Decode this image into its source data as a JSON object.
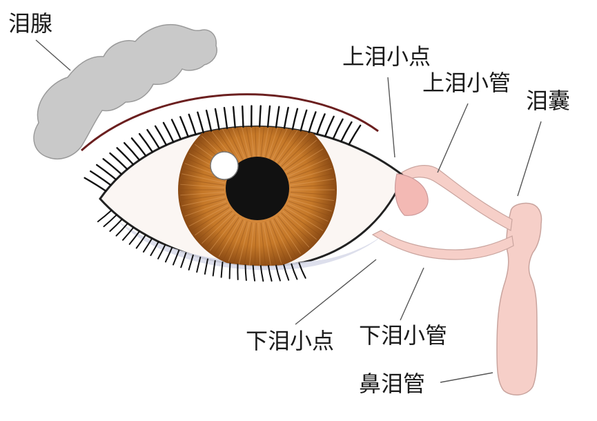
{
  "labels": {
    "lacrimal_gland": "泪腺",
    "upper_punctum": "上泪小点",
    "upper_canaliculus": "上泪小管",
    "lacrimal_sac": "泪囊",
    "lower_punctum": "下泪小点",
    "lower_canaliculus": "下泪小管",
    "nasolacrimal_duct": "鼻泪管"
  },
  "colors": {
    "gland": "#c9c9c9",
    "iris": "#b86a26",
    "iris_dark": "#8a4a14",
    "pupil": "#111111",
    "sclera": "#fbf6f3",
    "duct": "#f6cfc8",
    "duct_stroke": "#c9a49e",
    "caruncle": "#f3b9b4",
    "line": "#555555"
  },
  "icons": {
    "gland": "lacrimal-gland-shape",
    "eye": "eye-illustration"
  }
}
